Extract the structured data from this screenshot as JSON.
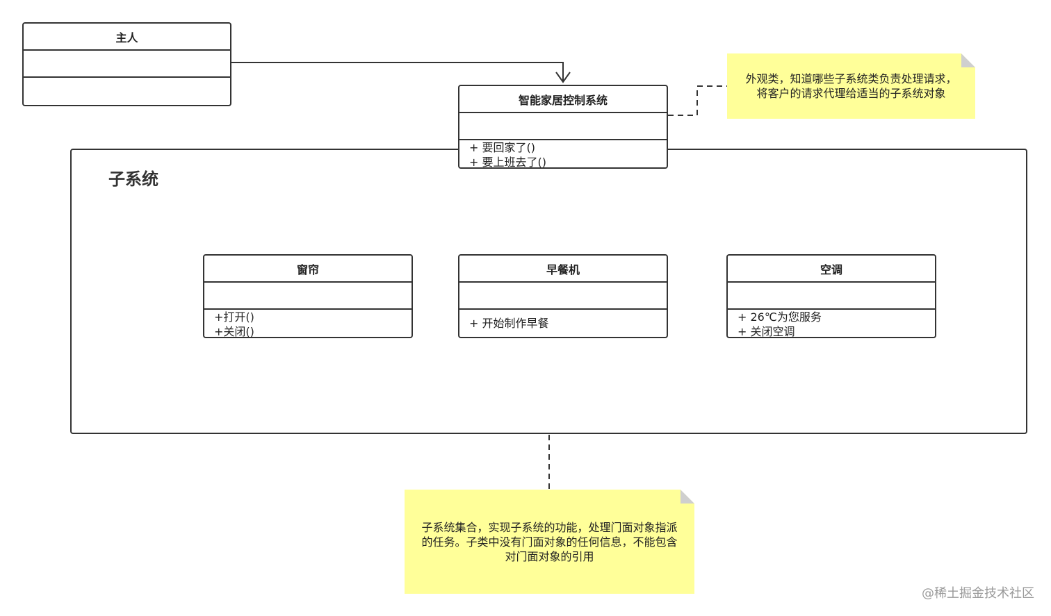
{
  "classes": {
    "owner": {
      "name": "主人"
    },
    "facade": {
      "name": "智能家居控制系统",
      "ops": [
        "+ 要回家了()",
        "+ 要上班去了()"
      ]
    },
    "curtain": {
      "name": "窗帘",
      "ops": [
        "+打开()",
        "+关闭()"
      ]
    },
    "breakfast": {
      "name": "早餐机",
      "ops": [
        "+ 开始制作早餐"
      ]
    },
    "aircon": {
      "name": "空调",
      "ops": [
        "+ 26℃为您服务",
        "+ 关闭空调"
      ]
    }
  },
  "package": {
    "title": "子系统"
  },
  "notes": {
    "facade_note": [
      "外观类，知道哪些子系统类负责处理请求，",
      "将客户的请求代理给适当的子系统对象"
    ],
    "subsystem_note": [
      "子系统集合，实现子系统的功能，处理门面对象指派",
      "的任务。子类中没有门面对象的任何信息，不能包含",
      "对门面对象的引用"
    ]
  },
  "watermark": "@稀土掘金技术社区"
}
